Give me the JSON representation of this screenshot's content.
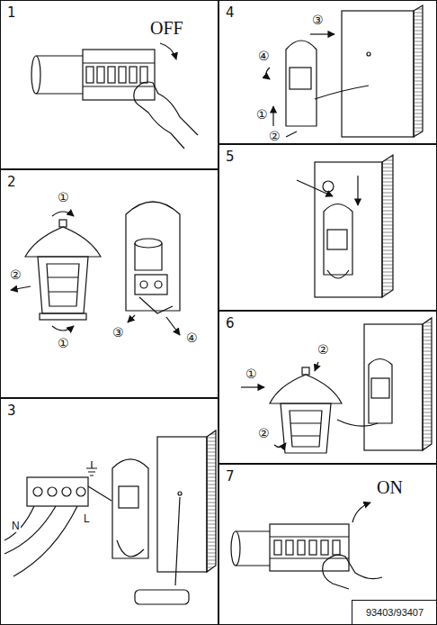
{
  "diagram": {
    "nodes": [
      {
        "text": [
          "1"
        ]
      },
      {
        "text": [
          "2"
        ]
      },
      {
        "text": [
          "3"
        ]
      },
      {
        "text": [
          "4"
        ]
      },
      {
        "text": [
          "5"
        ]
      },
      {
        "text": [
          "6"
        ]
      },
      {
        "text": [
          "7"
        ]
      },
      {
        "text": [
          "93403/93407"
        ],
        "in": 6
      }
    ],
    "labels": [
      "OFF",
      "①",
      "②",
      "①",
      "③",
      "④",
      "N",
      "L",
      "③",
      "④",
      "①",
      "②",
      "①",
      "②",
      "②",
      "ON"
    ]
  }
}
